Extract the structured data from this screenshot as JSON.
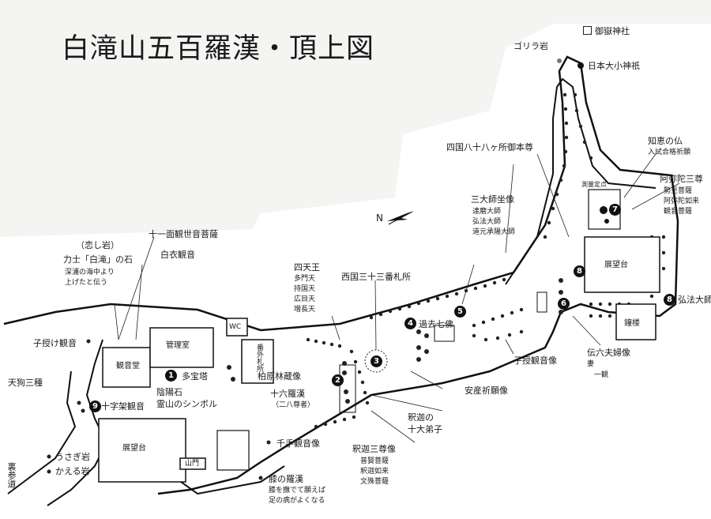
{
  "title": "白滝山五百羅漢・頂上図",
  "north_label": "N",
  "places": {
    "mitake": "御嶽神社",
    "gorilla": "ゴリラ岩",
    "nihon": "日本大小神祇",
    "shikoku": "四国八十八ヶ所御本尊",
    "chie": "知恵の仏",
    "nyushi": "入試合格祈願",
    "sokuryo": "測量定点",
    "amida_title": "阿弥陀三尊",
    "amida_1": "勢至菩薩",
    "amida_2": "阿弥陀如来",
    "amida_3": "観音菩薩",
    "sandaishi_title": "三大師坐像",
    "sandaishi_1": "達磨大師",
    "sandaishi_2": "弘法大師",
    "sandaishi_3": "道元承陽大師",
    "tenbodai_right": "展望台",
    "shoro": "鐘楼",
    "kobo": "弘法大師",
    "kako": "過去七佛",
    "saikoku": "西国三十三番札所",
    "shitenno_title": "四天王",
    "shitenno_1": "多門天",
    "shitenno_2": "持国天",
    "shitenno_3": "広目天",
    "shitenno_4": "増長天",
    "kosazuke_right": "子授観音像",
    "anzan": "安産祈願像",
    "denroku": "伝六夫婦像",
    "tsuma": "妻",
    "ichikan": "一観",
    "shaka_juudai": "釈迦の",
    "shaka_juudai2": "十大弟子",
    "shaka_sanzon": "釈迦三尊像",
    "shaka_1": "普賢菩薩",
    "shaka_2": "釈迦如来",
    "shaka_3": "文殊菩薩",
    "juroku": "十六羅漢",
    "juroku_sub": "（二八尊者）",
    "senju": "千手観音像",
    "hiza_title": "膝の羅漢",
    "hiza_1": "膝を撫でて願えば",
    "hiza_2": "足の病がよくなる",
    "kashiwa": "柏原林蔵像",
    "bangai": "番外札所",
    "wc": "WC",
    "juichimen": "十一面観世音菩薩",
    "byakue": "白衣観音",
    "koishi": "（恋し岩）",
    "rikishi": "力士「白滝」の石",
    "rikishi_1": "深浦の海中より",
    "rikishi_2": "上げたと伝う",
    "kosazuke_left": "子授け観音",
    "kannondo": "観音堂",
    "kanrishitsu": "管理室",
    "tahoto": "多宝塔",
    "onmyo": "陰陽石",
    "reizan": "霊山のシンボル",
    "tengu": "天狗三種",
    "juji": "十字架観音",
    "tenbodai_left": "展望台",
    "sanmon": "山門",
    "urasando": "裏参道",
    "usagi": "うさぎ岩",
    "kaeru": "かえる岩"
  },
  "numbers": {
    "n1": "1",
    "n2": "2",
    "n3": "3",
    "n4": "4",
    "n5": "5",
    "n6": "6",
    "n7": "7",
    "n8a": "8",
    "n8b": "8",
    "n9": "9"
  }
}
